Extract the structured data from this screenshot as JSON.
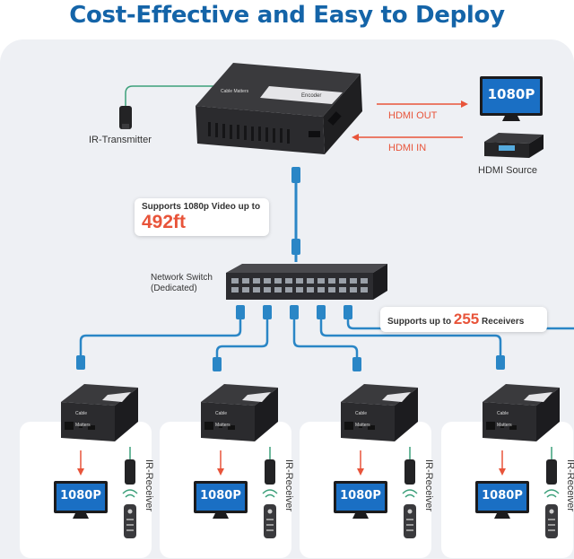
{
  "title": "Cost-Effective and Easy to Deploy",
  "transmitter": {
    "ir_label": "IR-Transmitter",
    "brand": "Cable Matters",
    "encoder_label": "Encoder",
    "hdmi_out_label": "HDMI OUT",
    "hdmi_in_label": "HDMI IN",
    "monitor_resolution": "1080P",
    "source_label": "HDMI Source"
  },
  "distance_callout": {
    "line1": "Supports 1080p Video up to",
    "value": "492ft"
  },
  "switch_label": {
    "line1": "Network Switch",
    "line2": "(Dedicated)"
  },
  "receivers_callout": {
    "prefix": "Supports up to",
    "value": "255",
    "suffix": "Receivers"
  },
  "receivers": [
    {
      "brand": "Cable Matters",
      "resolution": "1080P",
      "ir_label": "IR-Receiver"
    },
    {
      "brand": "Cable Matters",
      "resolution": "1080P",
      "ir_label": "IR-Receiver"
    },
    {
      "brand": "Cable Matters",
      "resolution": "1080P",
      "ir_label": "IR-Receiver"
    },
    {
      "brand": "Cable Matters",
      "resolution": "1080P",
      "ir_label": "IR-Receiver"
    }
  ],
  "colors": {
    "title": "#1464a8",
    "cable": "#2a86c6",
    "accent": "#e8543a",
    "device": "#2b2b2e",
    "screen": "#1a6fc4"
  }
}
